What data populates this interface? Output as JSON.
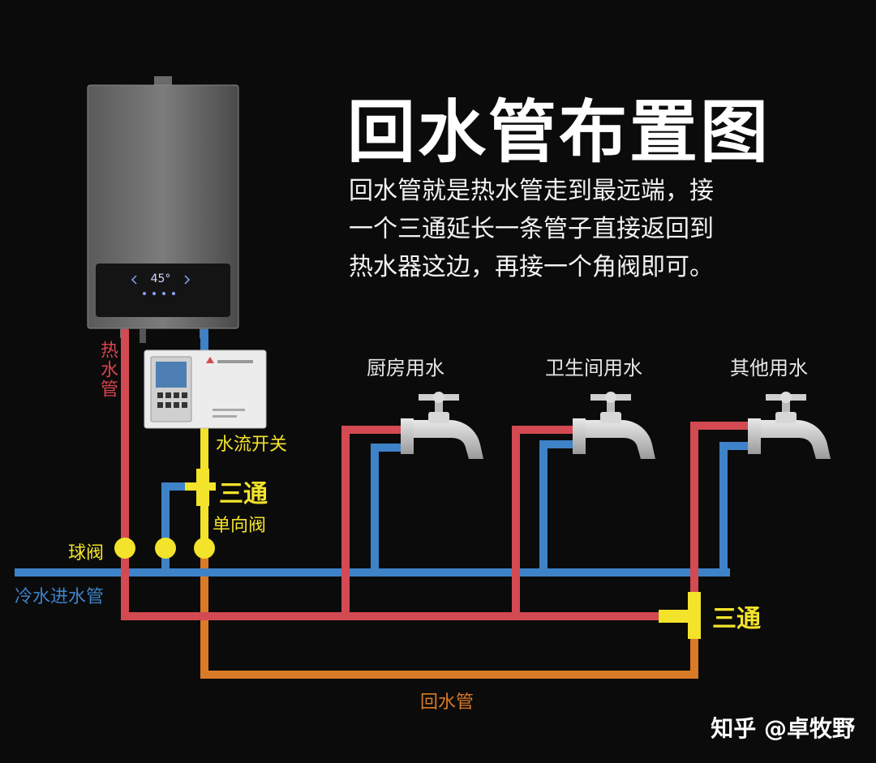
{
  "title": "回水管布置图",
  "description": {
    "line1": "回水管就是热水管走到最远端，接",
    "line2": "一个三通延长一条管子直接返回到",
    "line3": "热水器这边，再接一个角阀即可。"
  },
  "heater": {
    "display_temp": "45°"
  },
  "labels": {
    "hot_pipe": "热水管",
    "flow_switch": "水流开关",
    "tee_top": "三通",
    "check_valve": "单向阀",
    "ball_valve": "球阀",
    "cold_inlet": "冷水进水管",
    "tee_bottom": "三通",
    "return_pipe": "回水管"
  },
  "fixtures": {
    "kitchen": "厨房用水",
    "bathroom": "卫生间用水",
    "other": "其他用水"
  },
  "watermark": "知乎 @卓牧野",
  "colors": {
    "hot": "#d34a52",
    "cold": "#3e82c8",
    "return": "#d97a26",
    "accent": "#f3e32a",
    "background": "#0b0b0b"
  }
}
